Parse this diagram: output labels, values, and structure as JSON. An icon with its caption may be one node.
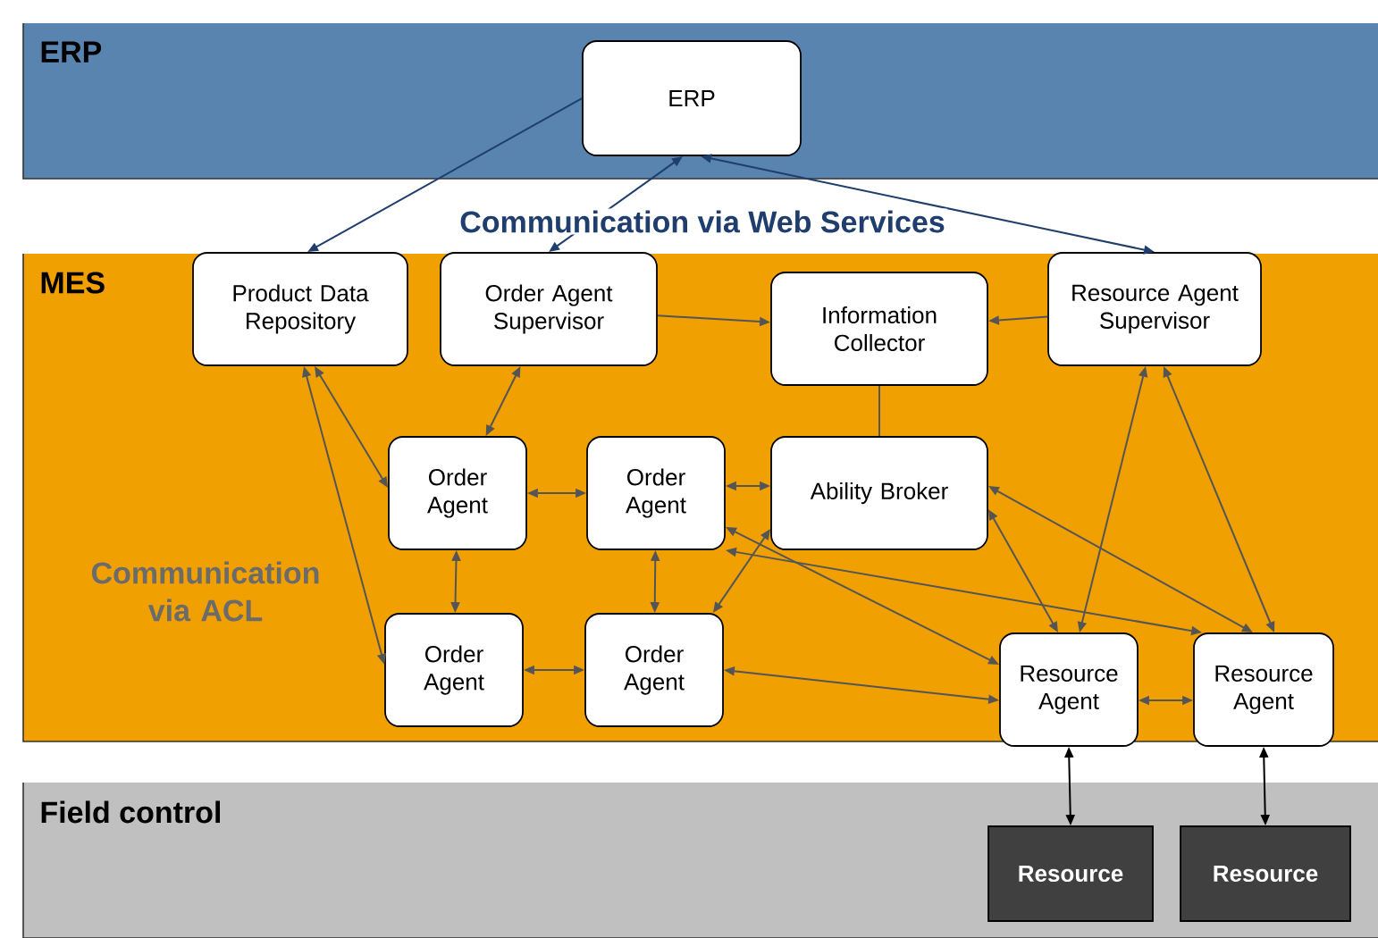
{
  "diagram": {
    "nodes": [
      {
        "text": [
          "ERP"
        ]
      },
      {
        "text": [
          "ERP"
        ],
        "in": 0
      },
      {
        "text": [
          "MES"
        ]
      },
      {
        "text": [
          "Product Data Repository"
        ],
        "in": 2
      },
      {
        "text": [
          "Order Agent Supervisor"
        ],
        "in": 2
      },
      {
        "text": [
          "Information Collector"
        ],
        "in": 2
      },
      {
        "text": [
          "Resource Agent Supervisor"
        ],
        "in": 2
      },
      {
        "text": [
          "Order Agent"
        ],
        "in": 2
      },
      {
        "text": [
          "Order Agent"
        ],
        "in": 2
      },
      {
        "text": [
          "Ability Broker"
        ],
        "in": 2
      },
      {
        "text": [
          "Order Agent"
        ],
        "in": 2
      },
      {
        "text": [
          "Order Agent"
        ],
        "in": 2
      },
      {
        "text": [
          "Resource Agent"
        ],
        "in": 2
      },
      {
        "text": [
          "Resource Agent"
        ],
        "in": 2
      },
      {
        "text": [
          "Field control"
        ]
      },
      {
        "text": [
          "Resource"
        ],
        "in": 14
      },
      {
        "text": [
          "Resource"
        ],
        "in": 14
      }
    ],
    "edges": [
      {
        "from": 1,
        "to": 3,
        "arrow": "to",
        "color": "#1f3e6e"
      },
      {
        "from": 4,
        "to": 1,
        "arrow": "both",
        "color": "#1f3e6e"
      },
      {
        "from": 1,
        "to": 6,
        "arrow": "both",
        "color": "#1f3e6e"
      },
      {
        "from": 4,
        "to": 5,
        "arrow": "to"
      },
      {
        "from": 6,
        "to": 5,
        "arrow": "to"
      },
      {
        "from": 9,
        "to": 5,
        "arrow": "none"
      },
      {
        "from": 3,
        "to": 7,
        "arrow": "both"
      },
      {
        "from": 3,
        "to": 10,
        "arrow": "both"
      },
      {
        "from": 4,
        "to": 7,
        "arrow": "both"
      },
      {
        "from": 7,
        "to": 8,
        "arrow": "both"
      },
      {
        "from": 7,
        "to": 10,
        "arrow": "both"
      },
      {
        "from": 8,
        "to": 11,
        "arrow": "both"
      },
      {
        "from": 10,
        "to": 11,
        "arrow": "both"
      },
      {
        "from": 8,
        "to": 9,
        "arrow": "both"
      },
      {
        "from": 11,
        "to": 9,
        "arrow": "both"
      },
      {
        "from": 8,
        "to": 12,
        "arrow": "both"
      },
      {
        "from": 8,
        "to": 13,
        "arrow": "both"
      },
      {
        "from": 11,
        "to": 12,
        "arrow": "both"
      },
      {
        "from": 12,
        "to": 13,
        "arrow": "both"
      },
      {
        "from": 9,
        "to": 12,
        "arrow": "both"
      },
      {
        "from": 9,
        "to": 13,
        "arrow": "both"
      },
      {
        "from": 6,
        "to": 12,
        "arrow": "both"
      },
      {
        "from": 6,
        "to": 13,
        "arrow": "both"
      },
      {
        "from": 12,
        "to": 15,
        "arrow": "both",
        "color": "#000000"
      },
      {
        "from": 13,
        "to": 16,
        "arrow": "both",
        "color": "#000000"
      }
    ],
    "labels": [
      "Communication via Web Services",
      "Communication via ACL"
    ]
  }
}
